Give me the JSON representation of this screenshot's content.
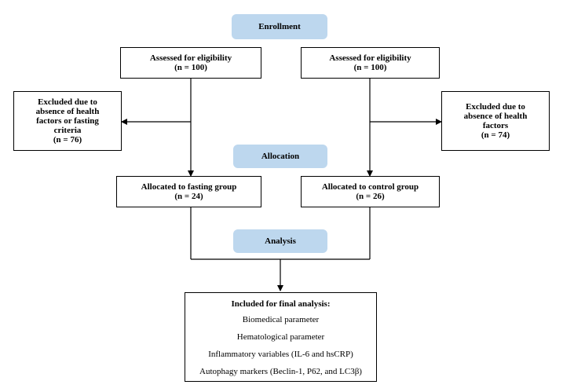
{
  "stages": {
    "enrollment": "Enrollment",
    "allocation": "Allocation",
    "analysis": "Analysis"
  },
  "fasting_arm": {
    "assessed": {
      "title": "Assessed for eligibility",
      "count": "(n = 100)"
    },
    "excluded": {
      "lines": [
        "Excluded due to",
        "absence of health",
        "factors or fasting",
        "criteria"
      ],
      "count": "(n = 76)"
    },
    "allocated": {
      "title": "Allocated to fasting group",
      "count": "(n = 24)"
    }
  },
  "control_arm": {
    "assessed": {
      "title": "Assessed for eligibility",
      "count": "(n = 100)"
    },
    "excluded": {
      "lines": [
        "Excluded due to",
        "absence of health",
        "factors"
      ],
      "count": "(n = 74)"
    },
    "allocated": {
      "title": "Allocated to control group",
      "count": "(n = 26)"
    }
  },
  "final_analysis": {
    "title": "Included for final analysis:",
    "items": [
      "Biomedical parameter",
      "Hematological parameter",
      "Inflammatory variables (IL-6 and hsCRP)",
      "Autophagy markers (Beclin-1, P62, and LC3β)"
    ]
  },
  "colors": {
    "stage_fill": "#bdd7ee",
    "box_border": "#000000",
    "line": "#000000"
  }
}
